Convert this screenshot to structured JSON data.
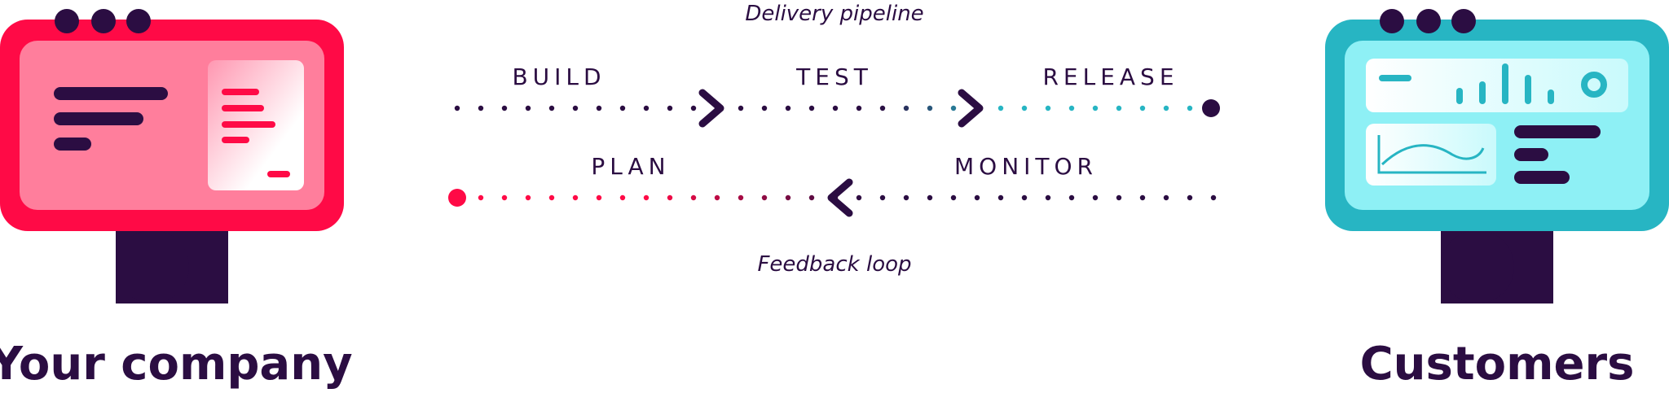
{
  "labels": {
    "top_caption": "Delivery pipeline",
    "bottom_caption": "Feedback loop",
    "left_title": "Your company",
    "right_title": "Customers"
  },
  "pipeline": {
    "stages": [
      "BUILD",
      "TEST",
      "RELEASE"
    ]
  },
  "feedback": {
    "stages": [
      "PLAN",
      "MONITOR"
    ]
  },
  "colors": {
    "dark": "#2b0d42",
    "red": "#ff0a46",
    "pink_screen": "#ff7e9c",
    "teal": "#27b5c3",
    "teal_screen": "#8ef0f5",
    "white": "#ffffff"
  },
  "icons": {
    "left_monitor": "desktop-monitor-icon",
    "right_monitor": "desktop-monitor-icon",
    "chevron_right": "chevron-right-icon",
    "chevron_left": "chevron-left-icon"
  }
}
